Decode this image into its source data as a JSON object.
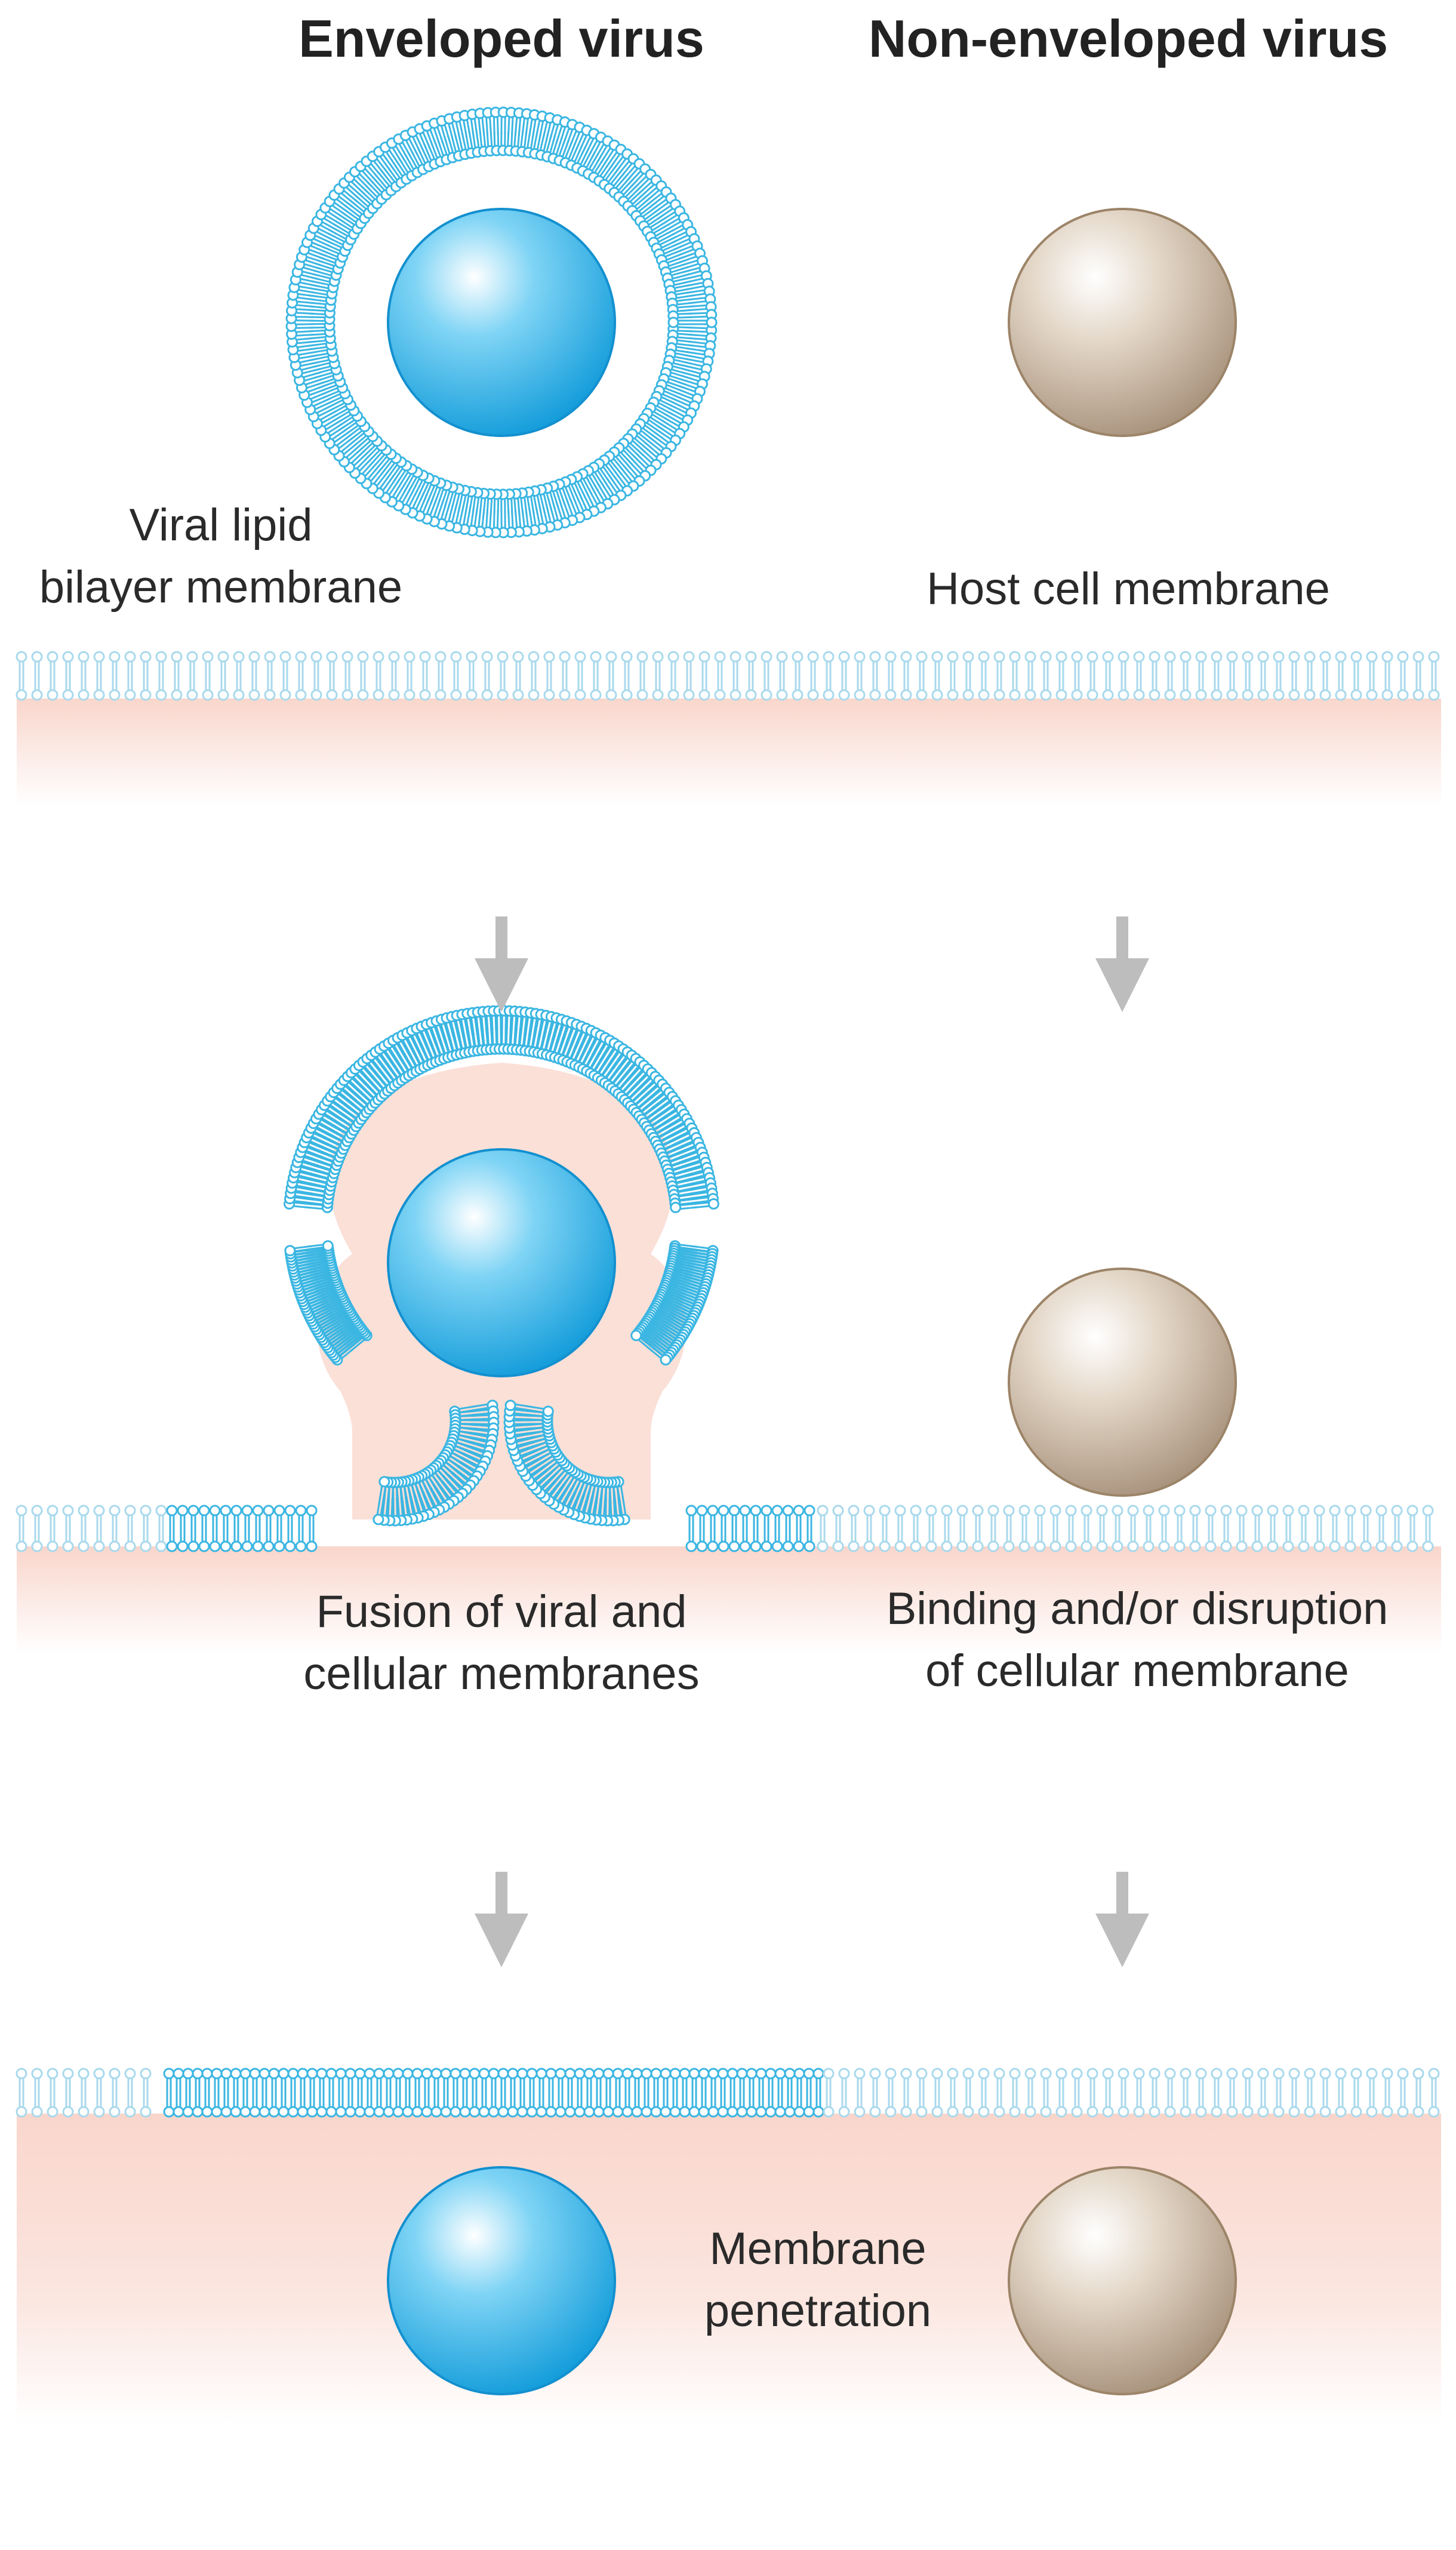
{
  "titles": {
    "enveloped": "Enveloped virus",
    "non_enveloped": "Non-enveloped virus"
  },
  "labels": {
    "viral_membrane_line1": "Viral lipid",
    "viral_membrane_line2": "bilayer membrane",
    "host_membrane": "Host cell membrane",
    "fusion_line1": "Fusion of viral and",
    "fusion_line2": "cellular membranes",
    "binding_line1": "Binding and/or disruption",
    "binding_line2": "of cellular membrane",
    "penetration_line1": "Membrane",
    "penetration_line2": "penetration"
  },
  "colors": {
    "lipid_blue": "#3bb6e2",
    "lipid_pale": "#a9d9ec",
    "cytoplasm": "#f9d6cc",
    "capsid_blue": "#1ea9e6",
    "capsid_tan": "#b8a48e",
    "arrow_gray": "#bdbdbd"
  }
}
